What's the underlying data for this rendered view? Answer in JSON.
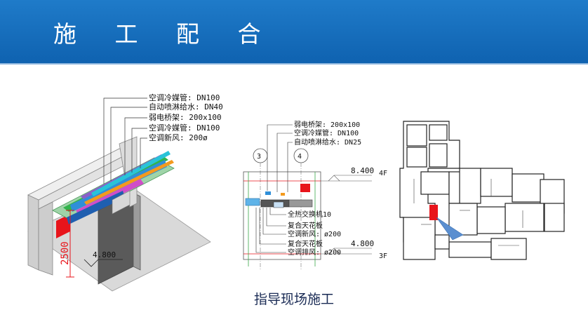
{
  "header": {
    "title": "施 工 配 合"
  },
  "caption": "指导现场施工",
  "isometric": {
    "labels": [
      "空调冷媒管: DN100",
      "自动喷淋给水: DN40",
      "弱电桥架: 200x100",
      "空调冷媒管: DN100",
      "空调新风: 200ø"
    ],
    "dim_vertical": "2500",
    "elevation": "4.800"
  },
  "section": {
    "labels_top": [
      "弱电桥架: 200x100",
      "空调冷媒管: DN100",
      "自动喷淋给水: DN25"
    ],
    "grid_3": "3",
    "grid_4": "4",
    "level_top_value": "8.400",
    "level_top_floor": "4F",
    "labels_bottom": [
      "全热交换机10",
      "复合天花板",
      "空调新风: ø200",
      "复合天花板",
      "空调排风: ø200"
    ],
    "level_bottom_value": "4.800",
    "level_bottom_floor": "3F"
  },
  "colors": {
    "header": "#0f62b0",
    "highlight": "#e8141b",
    "pointer": "#5b8fd0"
  }
}
